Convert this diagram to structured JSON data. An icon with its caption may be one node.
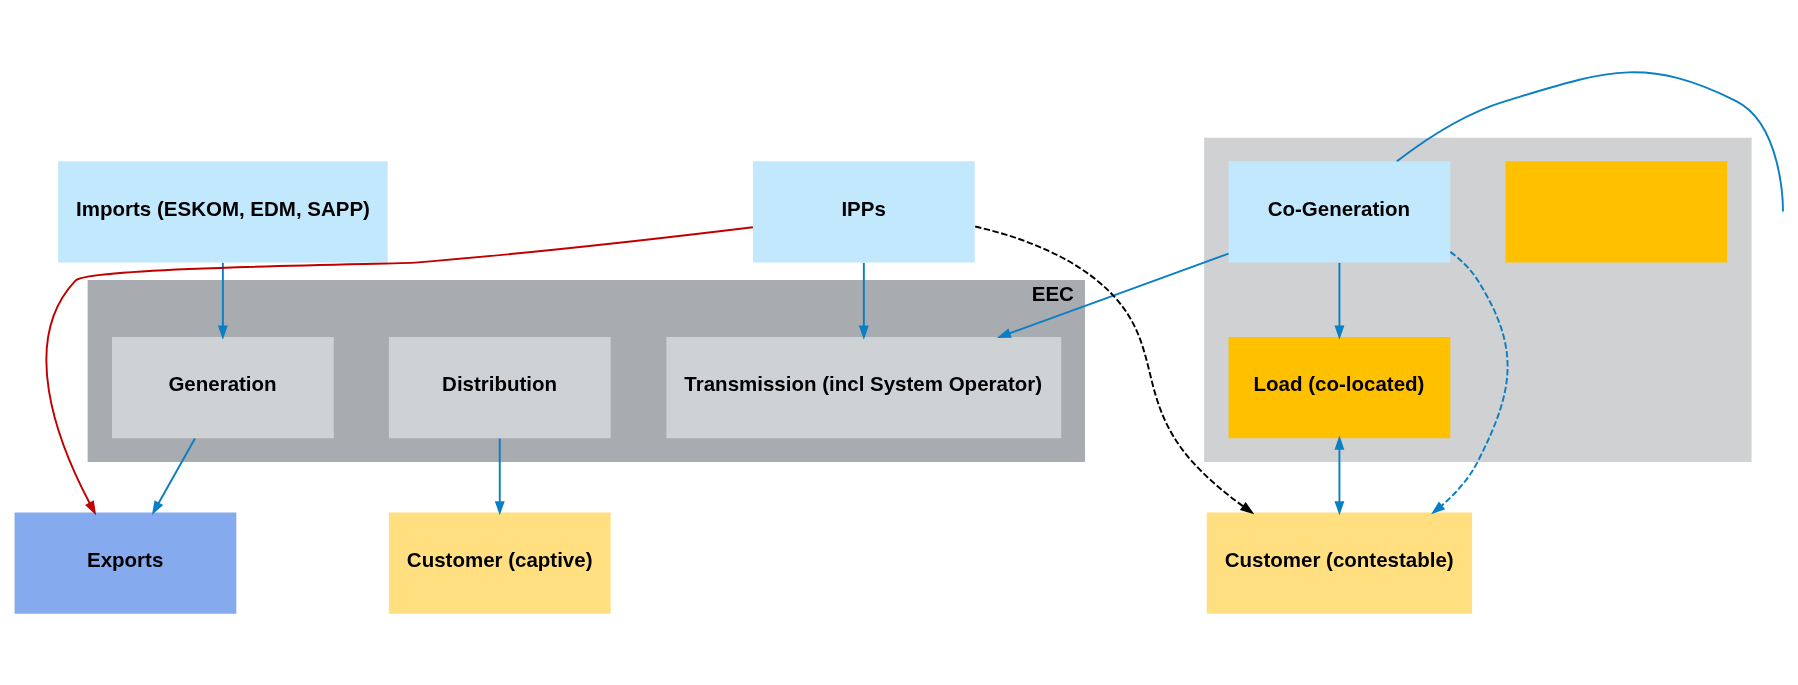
{
  "diagram": {
    "nodes": [
      {
        "text": [
          "Imports (ESKOM, EDM, SAPP)"
        ]
      },
      {
        "text": [
          "EEC"
        ]
      },
      {
        "text": [
          "Generation"
        ],
        "in": 1
      },
      {
        "text": [
          "Transmission (incl System Operator)"
        ],
        "in": 1
      },
      {
        "text": [
          "Distribution"
        ],
        "in": 1
      },
      {
        "text": [],
        "shape": "box"
      },
      {
        "text": [],
        "shape": "box",
        "in": 5
      },
      {
        "text": [
          "Co-Generation"
        ],
        "in": 5
      },
      {
        "text": [
          "Load (co-located)"
        ],
        "in": 5
      },
      {
        "text": [
          "Customer (captive)"
        ]
      },
      {
        "text": [
          "Exports"
        ]
      },
      {
        "text": [
          "IPPs"
        ]
      },
      {
        "text": [
          "Customer (contestable)"
        ]
      }
    ],
    "edges": [
      {
        "from": 7,
        "to": null,
        "arrow": "none"
      },
      {
        "from": 0,
        "to": 2,
        "arrow": "to"
      },
      {
        "from": 7,
        "to": 3,
        "arrow": "to"
      },
      {
        "from": 7,
        "to": 8,
        "arrow": "to"
      },
      {
        "from": 8,
        "to": 12,
        "arrow": "both"
      },
      {
        "from": 4,
        "to": 9,
        "arrow": "to"
      },
      {
        "from": 2,
        "to": 10,
        "arrow": "to"
      },
      {
        "from": 11,
        "to": 3,
        "arrow": "to"
      },
      {
        "from": 11,
        "to": 10,
        "arrow": "to",
        "color": "#c00000"
      },
      {
        "from": 7,
        "to": 12,
        "arrow": "to",
        "style": "dashed"
      },
      {
        "from": 11,
        "to": 12,
        "arrow": "to",
        "style": "dashed",
        "color": "#000000"
      }
    ]
  }
}
